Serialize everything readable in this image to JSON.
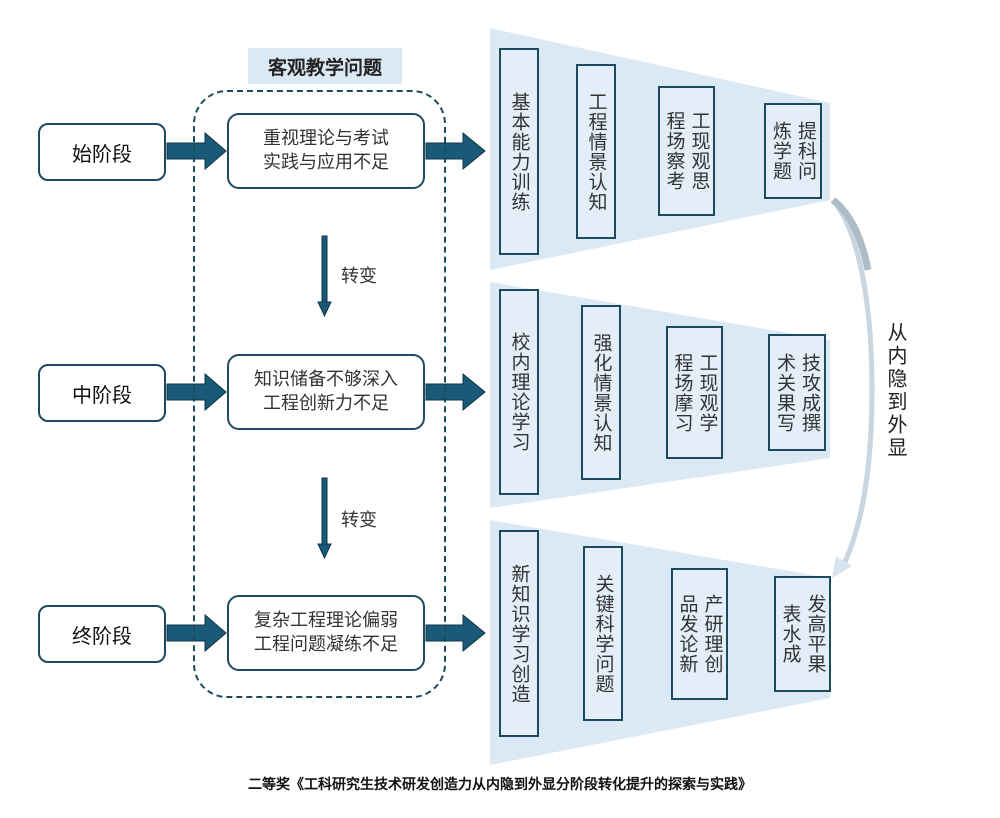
{
  "diagram": {
    "category_label": "客观教学问题",
    "side_label": "从内隐到外显",
    "transition_label": "转变",
    "caption": "二等奖《工科研究生技术研发创造力从内隐到外显分阶段转化提升的探索与实践》",
    "colors": {
      "primary": "#1d4a5e",
      "arrow": "#185a78",
      "panel_fill": "#dbe9f5",
      "curve": "#b8c4cc"
    },
    "stages": [
      {
        "name": "始阶段",
        "problem_lines": [
          "重视理论与考试",
          "实践与应用不足"
        ],
        "steps": [
          {
            "lines": [
              "基本能力训练"
            ]
          },
          {
            "lines": [
              "工程情景认知"
            ]
          },
          {
            "lines": [
              "工程",
              "现场",
              "观察",
              "思考"
            ],
            "cols": [
              "工现观思",
              "程场察考"
            ]
          },
          {
            "lines": [
              "提炼",
              "科学",
              "问题"
            ],
            "cols": [
              "提科问",
              "炼学题"
            ]
          }
        ]
      },
      {
        "name": "中阶段",
        "problem_lines": [
          "知识储备不够深入",
          "工程创新力不足"
        ],
        "steps": [
          {
            "lines": [
              "校内理论学习"
            ]
          },
          {
            "lines": [
              "强化情景认知"
            ]
          },
          {
            "lines": [
              "工程",
              "现场",
              "观摩",
              "学习"
            ],
            "cols": [
              "工现观学",
              "程场摩习"
            ]
          },
          {
            "lines": [
              "技术",
              "攻关",
              "成果",
              "撰写"
            ],
            "cols": [
              "技攻成撰",
              "术关果写"
            ]
          }
        ]
      },
      {
        "name": "终阶段",
        "problem_lines": [
          "复杂工程理论偏弱",
          "工程问题凝练不足"
        ],
        "steps": [
          {
            "lines": [
              "新知识学习创造"
            ]
          },
          {
            "lines": [
              "关键科学问题"
            ]
          },
          {
            "lines": [
              "产品",
              "研发",
              "理论",
              "创新"
            ],
            "cols": [
              "产研理创",
              "品发论新"
            ]
          },
          {
            "lines": [
              "发表",
              "高水",
              "平成",
              "果"
            ],
            "cols": [
              "发高平果",
              "表水成"
            ]
          }
        ]
      }
    ]
  }
}
